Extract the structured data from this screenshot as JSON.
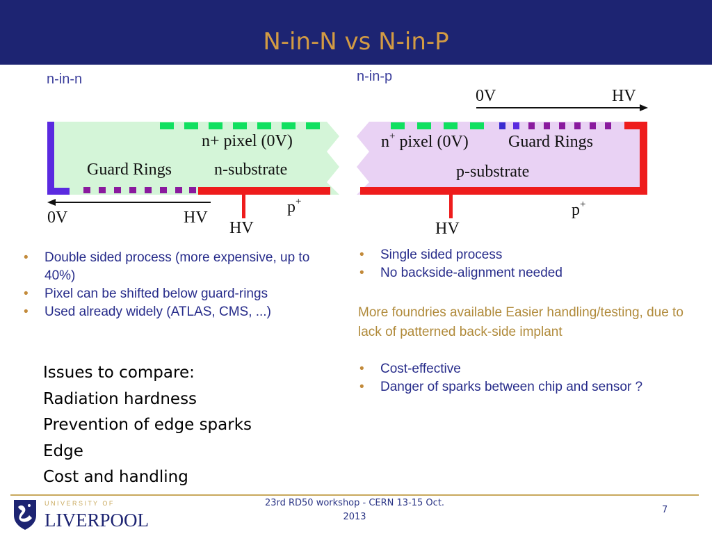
{
  "slide": {
    "title": "N-in-N vs N-in-P"
  },
  "colors": {
    "header_bg": "#1d2472",
    "title": "#d39b43",
    "n_in_n_fill": "#d4f5d8",
    "n_in_p_fill": "#e9d2f4",
    "pixel_green": "#10e060",
    "guard_purple": "#8a1a9e",
    "hv_red": "#ee1c1c",
    "backside_blue": "#5a2ae0"
  },
  "left_diagram": {
    "label": "n-in-n",
    "pixel_text": "n+ pixel (0V)",
    "guard_text": "Guard Rings",
    "substrate_text": "n-substrate",
    "p_plus_base": "p",
    "p_plus_sup": "+",
    "hv_contact": "HV",
    "arrow_start": "0V",
    "arrow_end": "HV"
  },
  "right_diagram": {
    "label": "n-in-p",
    "arrow_start": "0V",
    "arrow_end": "HV",
    "pixel_base": "n",
    "pixel_sup": "+",
    "pixel_rest": " pixel (0V)",
    "guard_text": "Guard Rings",
    "substrate_text": "p-substrate",
    "p_plus_base": "p",
    "p_plus_sup": "+",
    "hv_contact": "HV"
  },
  "left_bullets": [
    "Double sided process (more expensive, up to 40%)",
    "Pixel can be shifted below guard-rings",
    "Used already widely (ATLAS, CMS, ...)"
  ],
  "right_bullets_top": [
    "Single sided process",
    "No backside-alignment needed"
  ],
  "right_note": "More foundries available Easier handling/testing, due to lack of patterned back-side implant",
  "right_bullets_bottom": [
    "Cost-effective",
    "Danger of sparks between chip and sensor ?"
  ],
  "issues": [
    "Issues to compare:",
    "Radiation hardness",
    "Prevention of edge sparks",
    "Edge",
    "Cost and handling"
  ],
  "footer": {
    "university_line": "U N I V E R S I T Y   O F",
    "university_name": "LIVERPOOL",
    "event_line1": "23rd RD50 workshop - CERN 13-15 Oct.",
    "event_line2": "2013",
    "page_number": "7"
  }
}
